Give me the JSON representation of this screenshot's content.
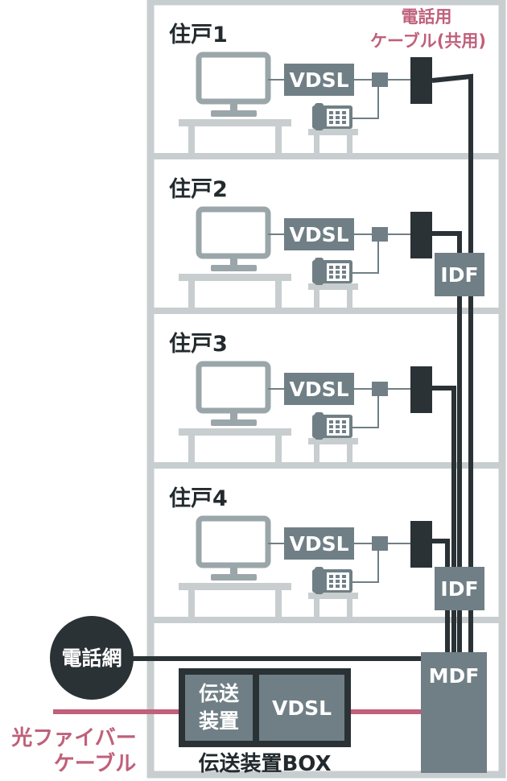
{
  "colors": {
    "building_wall": "#c8cecf",
    "monitor": "#9aa6a9",
    "furniture": "#c8cecf",
    "equipment": "#6f7f85",
    "dark": "#2a3236",
    "accent_pink": "#c0607a"
  },
  "floors": [
    {
      "label": "住戸1",
      "modem_label": "VDSL"
    },
    {
      "label": "住戸2",
      "modem_label": "VDSL"
    },
    {
      "label": "住戸3",
      "modem_label": "VDSL"
    },
    {
      "label": "住戸4",
      "modem_label": "VDSL"
    }
  ],
  "phone_cable_label": {
    "line1": "電話用",
    "line2": "ケーブル(共用)"
  },
  "idf_label": "IDF",
  "mdf_label": "MDF",
  "phone_network_label": "電話網",
  "transmission_box": {
    "device_line1": "伝送",
    "device_line2": "装置",
    "vdsl_label": "VDSL",
    "box_label": "伝送装置BOX"
  },
  "fiber_label": {
    "line1": "光ファイバー",
    "line2": "ケーブル"
  },
  "icons": [
    "monitor-icon",
    "telephone-icon",
    "connector-icon",
    "wall-jack-icon"
  ]
}
